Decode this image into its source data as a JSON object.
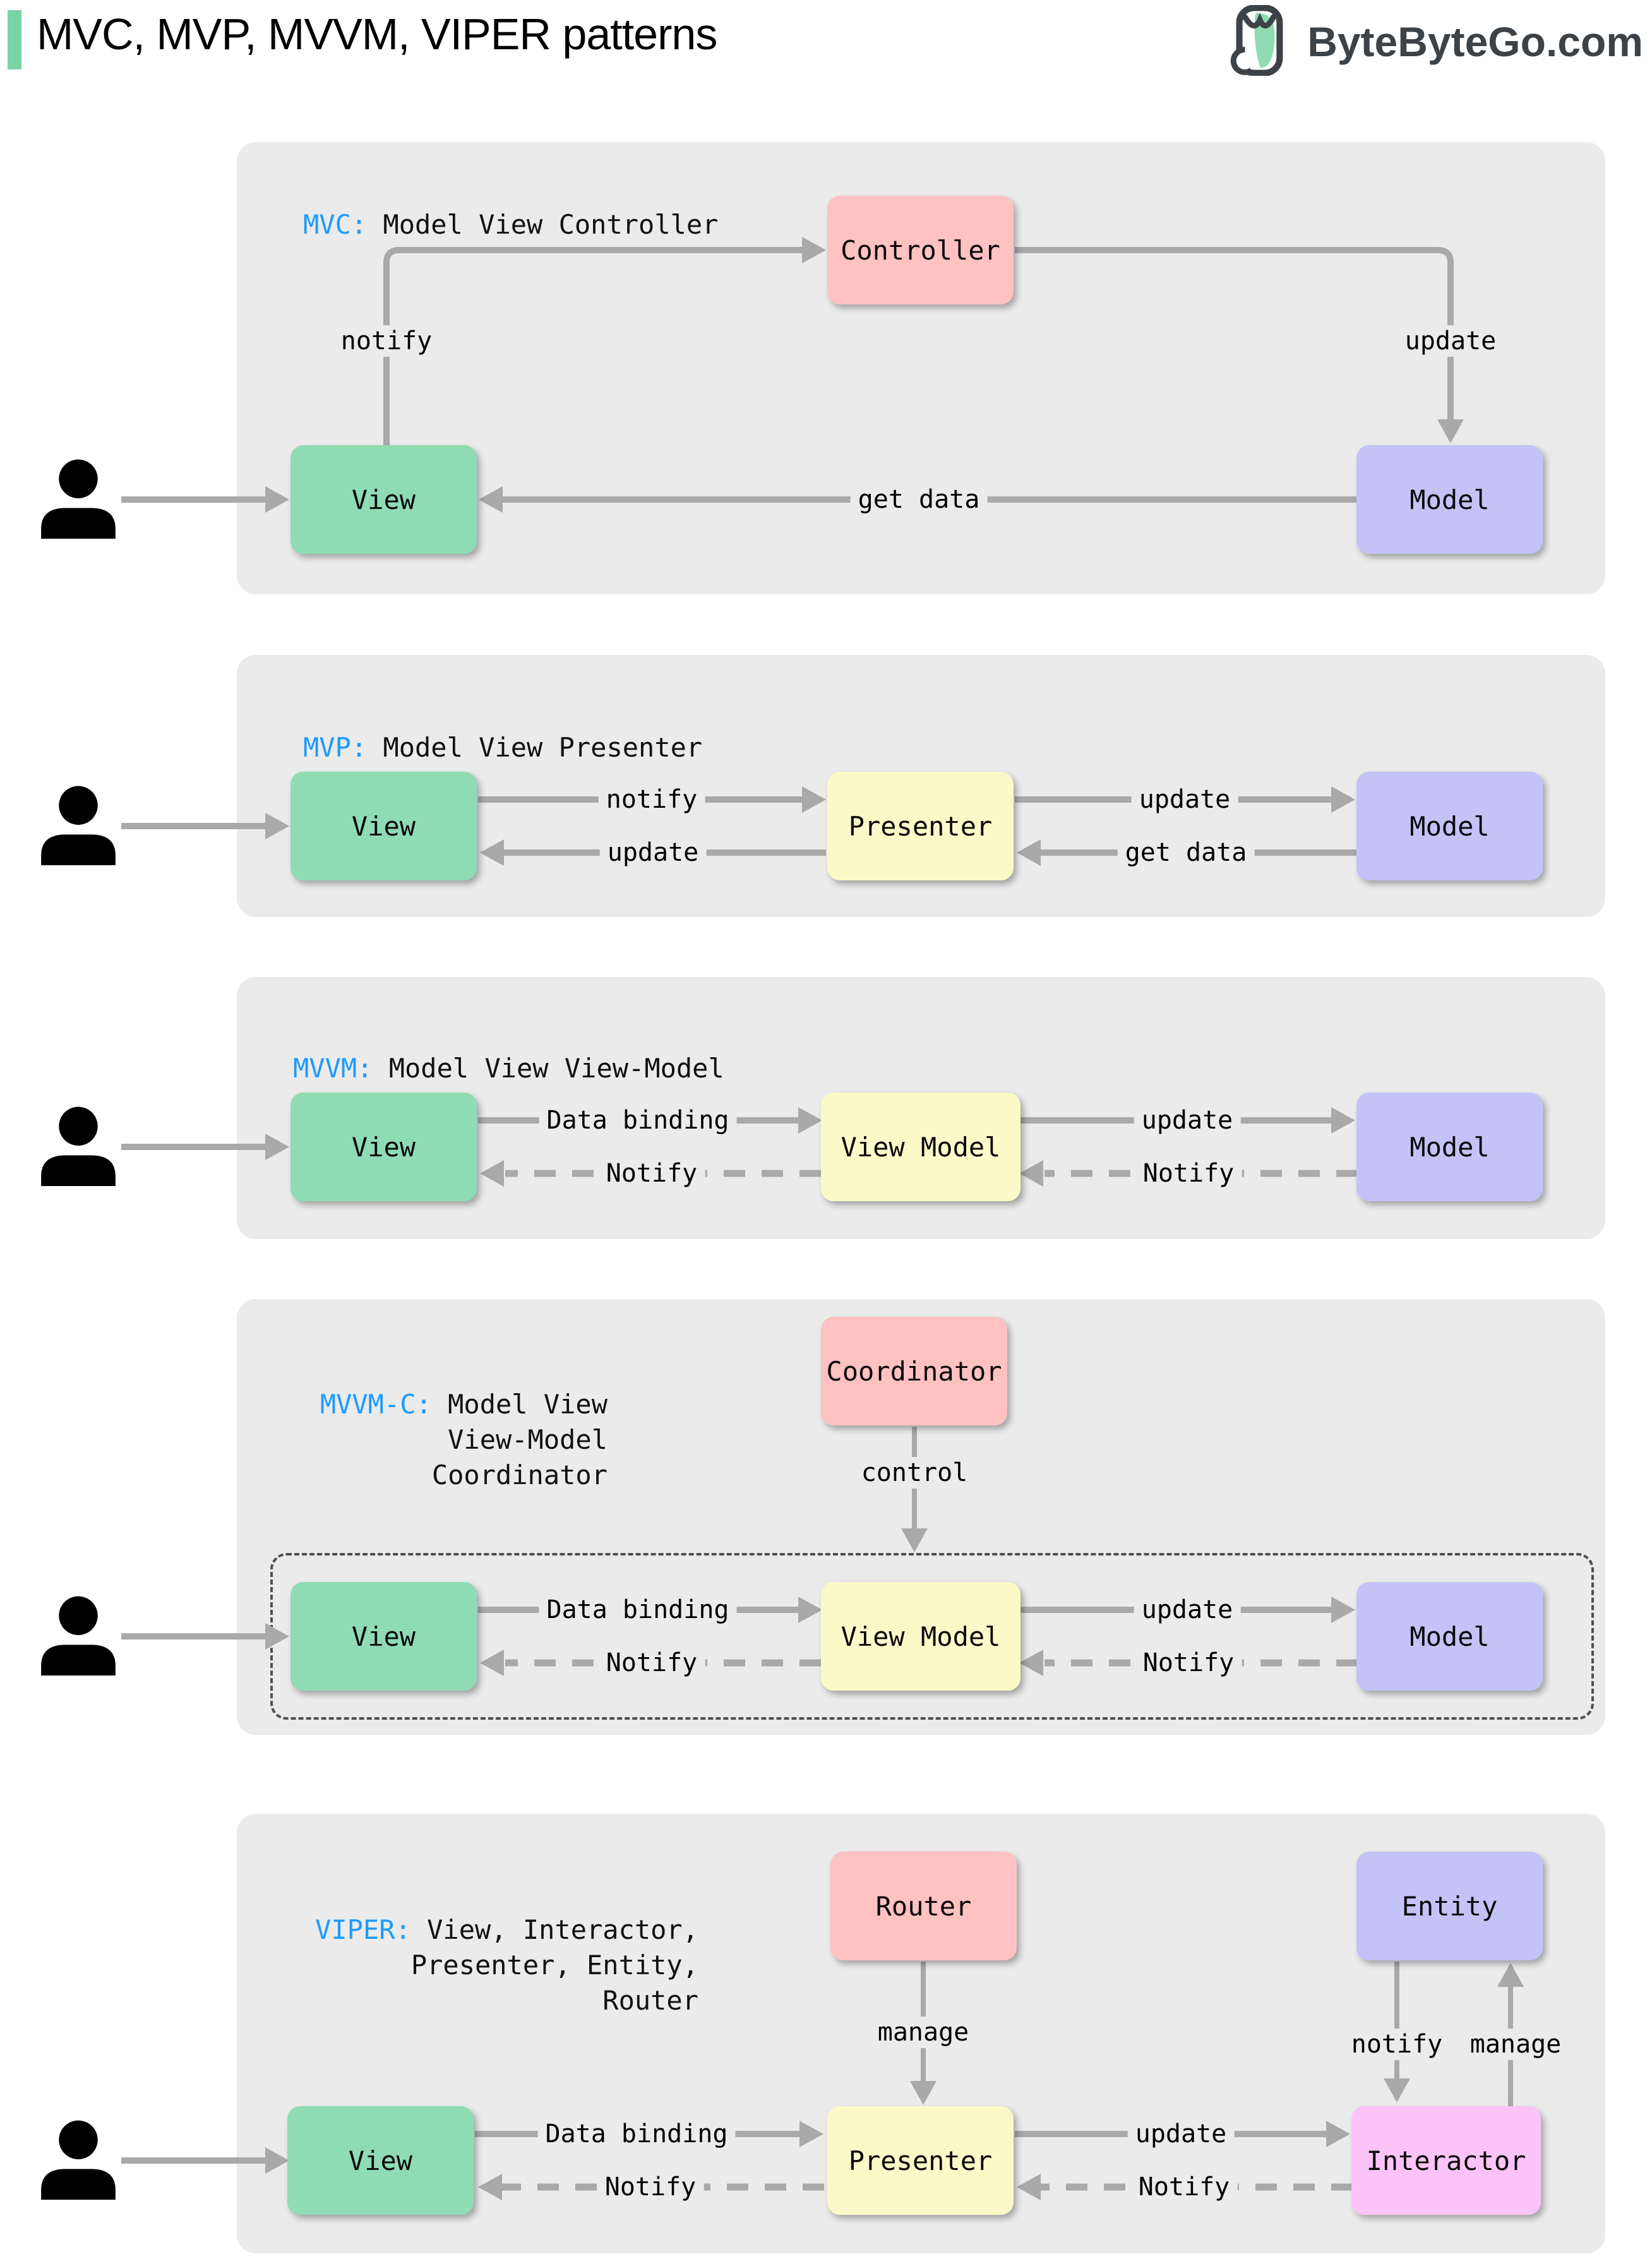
{
  "header": {
    "title": "MVC, MVP, MVVM, VIPER patterns",
    "brand": "ByteByteGo.com"
  },
  "palette": {
    "accent_bar_green": "#7bd3a5",
    "tag_blue": "#1e9bff",
    "panel_gray": "#ebebeb",
    "arrow_gray": "#a9a9a9",
    "node_green": "#8fdcb4",
    "node_pink": "#ffc1c1",
    "node_purple": "#c3c3f7",
    "node_yellow": "#fafac9",
    "node_magenta": "#fcc3f8",
    "logo_dark": "#3d4247"
  },
  "icons": [
    "bytebytego-owl-icon",
    "user-icon"
  ],
  "sections": [
    {
      "tag": "MVC:",
      "title": "Model View Controller",
      "nodes": {
        "controller": "Controller",
        "view": "View",
        "model": "Model"
      },
      "edges": {
        "notify": "notify",
        "update": "update",
        "get_data": "get data"
      }
    },
    {
      "tag": "MVP:",
      "title": "Model View Presenter",
      "nodes": {
        "view": "View",
        "presenter": "Presenter",
        "model": "Model"
      },
      "edges": {
        "notify": "notify",
        "update_to_model": "update",
        "update_to_view": "update",
        "get_data": "get data"
      }
    },
    {
      "tag": "MVVM:",
      "title": "Model View View-Model",
      "nodes": {
        "view": "View",
        "view_model": "View Model",
        "model": "Model"
      },
      "edges": {
        "data_binding": "Data binding",
        "update": "update",
        "notify_to_view": "Notify",
        "notify_to_vm": "Notify"
      }
    },
    {
      "tag": "MVVM-C:",
      "title": "Model View\nView-Model\nCoordinator",
      "nodes": {
        "coordinator": "Coordinator",
        "view": "View",
        "view_model": "View Model",
        "model": "Model"
      },
      "edges": {
        "control": "control",
        "data_binding": "Data binding",
        "update": "update",
        "notify_to_view": "Notify",
        "notify_to_vm": "Notify"
      }
    },
    {
      "tag": "VIPER:",
      "title": "View, Interactor,\nPresenter, Entity,\nRouter",
      "nodes": {
        "router": "Router",
        "entity": "Entity",
        "view": "View",
        "presenter": "Presenter",
        "interactor": "Interactor"
      },
      "edges": {
        "manage_router": "manage",
        "notify_entity": "notify",
        "manage_entity": "manage",
        "data_binding": "Data binding",
        "update": "update",
        "notify_to_view": "Notify",
        "notify_to_presenter": "Notify"
      }
    }
  ]
}
